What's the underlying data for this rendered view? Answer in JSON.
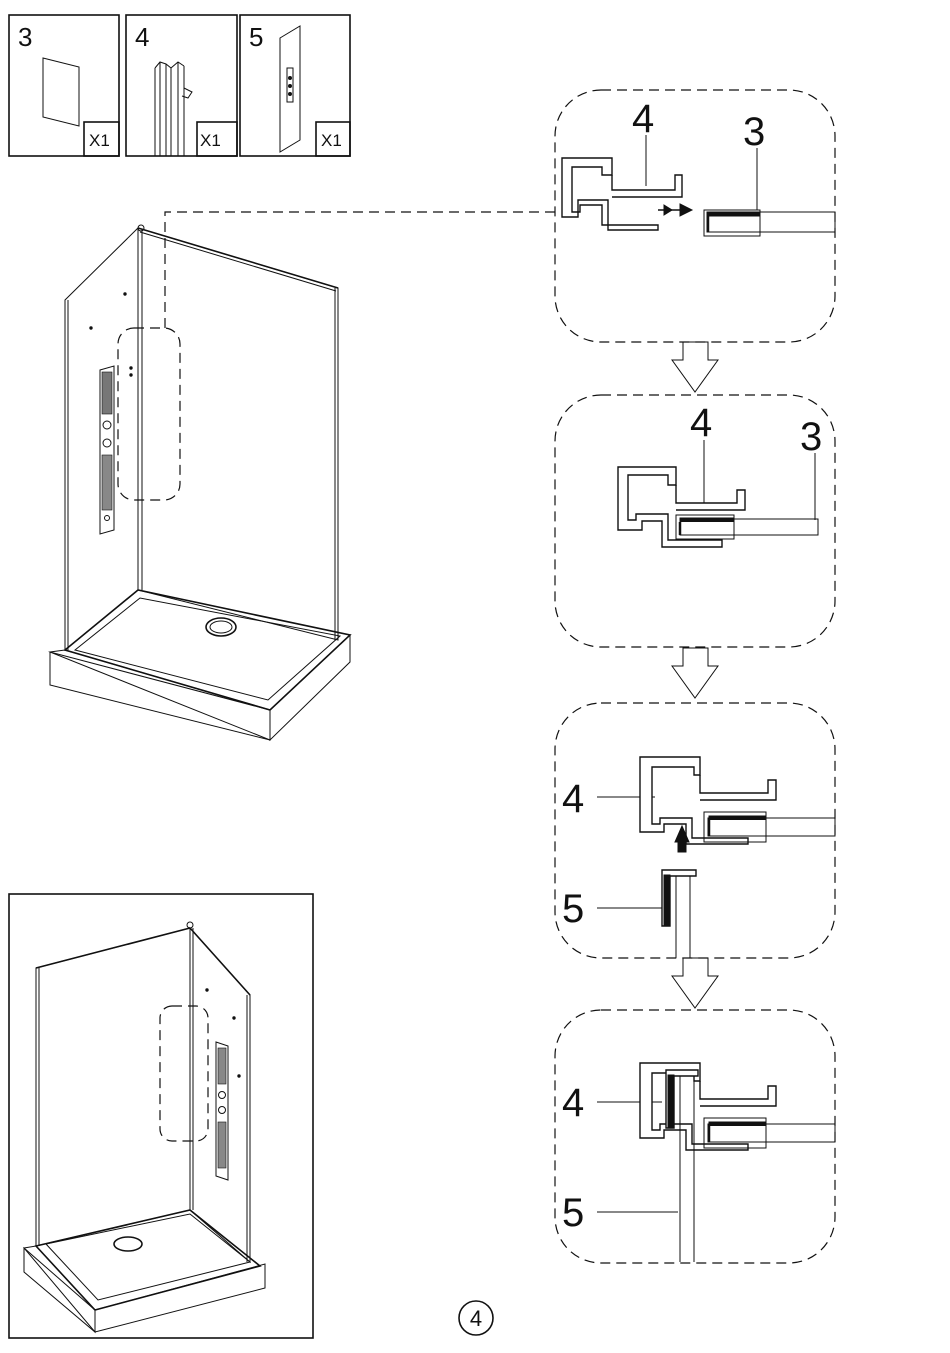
{
  "parts": [
    {
      "id": "3",
      "qty": "X1"
    },
    {
      "id": "4",
      "qty": "X1"
    },
    {
      "id": "5",
      "qty": "X1"
    }
  ],
  "steps": [
    {
      "labels": [
        "4",
        "3"
      ]
    },
    {
      "labels": [
        "4",
        "3"
      ]
    },
    {
      "labels": [
        "4",
        "5"
      ]
    },
    {
      "labels": [
        "4",
        "5"
      ]
    }
  ],
  "page_number": "4"
}
